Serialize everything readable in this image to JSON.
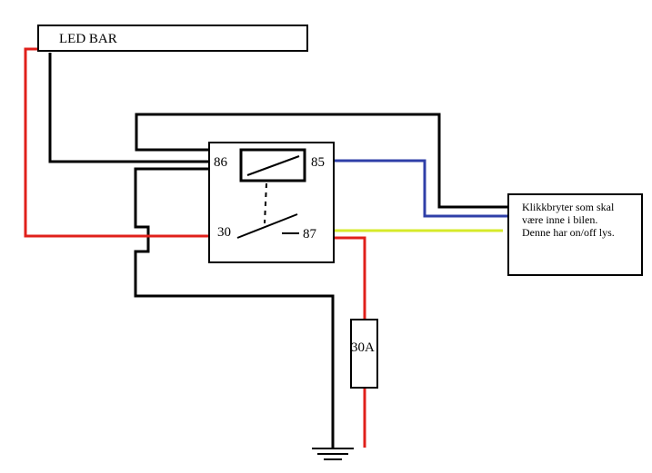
{
  "led_bar": {
    "label": "LED BAR"
  },
  "relay": {
    "pins": {
      "p86": "86",
      "p85": "85",
      "p30": "30",
      "p87": "87"
    }
  },
  "fuse": {
    "label": "30A"
  },
  "switch_box": {
    "lines": [
      "Klikkbryter som skal",
      "være inne i bilen.",
      "Denne har on/off lys."
    ]
  },
  "wire_colors": {
    "black": "#000000",
    "red": "#e0201b",
    "blue": "#2f3fa8",
    "yellow_green": "#d6ea2a"
  }
}
